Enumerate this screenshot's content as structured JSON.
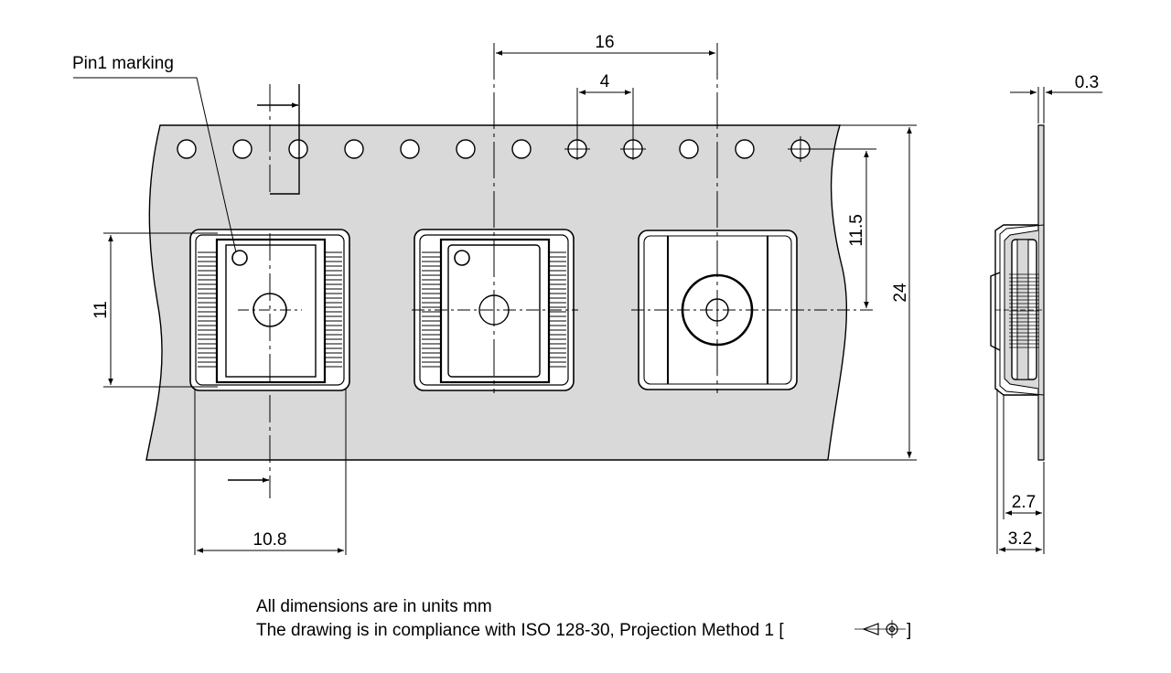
{
  "labels": {
    "pin1": "Pin1 marking",
    "pitch_pocket": "16",
    "pitch_hole": "4",
    "thickness": "0.3",
    "tape_width": "24",
    "hole_to_center": "11.5",
    "pocket_length": "11",
    "pocket_width": "10.8",
    "pocket_depth": "2.7",
    "total_height": "3.2"
  },
  "notes": {
    "line1": "All dimensions are in units mm",
    "line2_prefix": "The drawing is in compliance with ISO 128-30, Projection Method 1 [",
    "line2_suffix": "]"
  },
  "colors": {
    "tape": "#d9d9d9",
    "line": "#000000"
  }
}
